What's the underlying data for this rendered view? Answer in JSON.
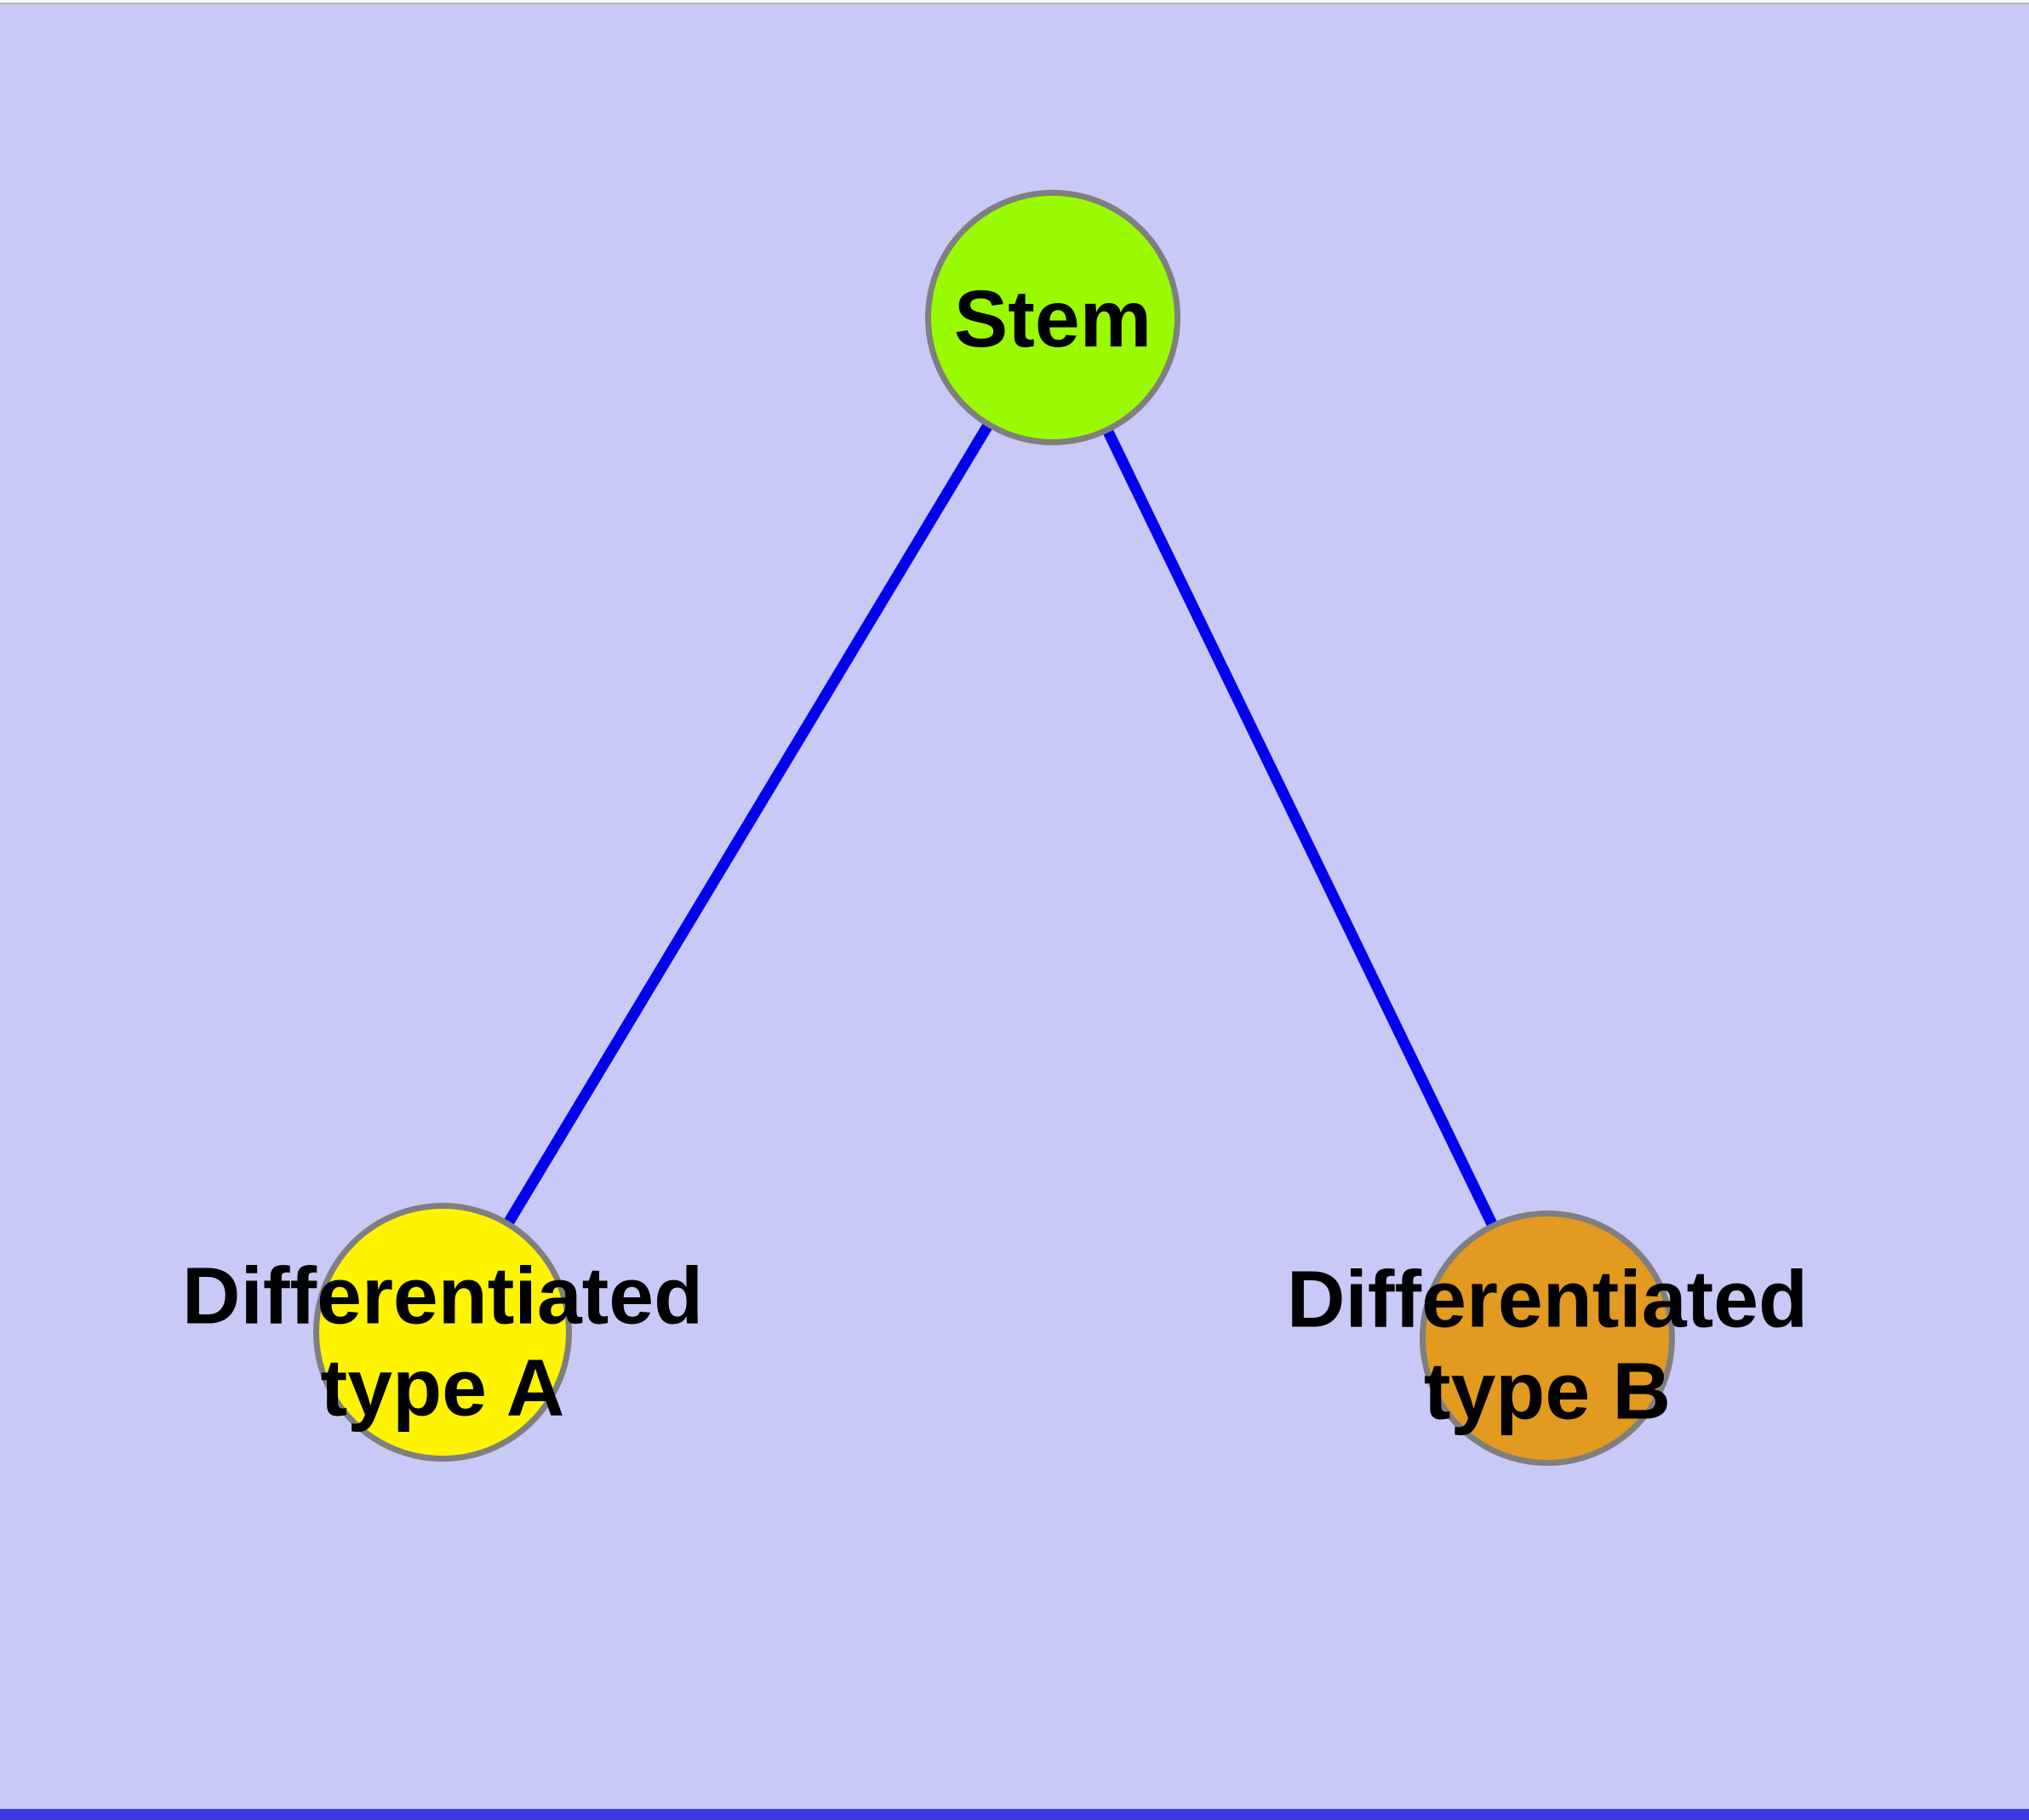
{
  "diagram": {
    "type": "node-link-graph",
    "background_color": "#C9C9F7",
    "edge_color": "#0000EE",
    "node_border_color": "#7F7F7F",
    "text_color": "#000000",
    "nodes": [
      {
        "id": "stem",
        "label": "Stem",
        "fill": "#9AFB00"
      },
      {
        "id": "differentiated-type-a",
        "label": "Differentiated type A",
        "line1": "Differentiated",
        "line2": "type A",
        "fill": "#FEF400"
      },
      {
        "id": "differentiated-type-b",
        "label": "Differentiated type B",
        "line1": "Differentiated",
        "line2": "type B",
        "fill": "#E29A20"
      }
    ],
    "edges": [
      {
        "from": "Stem",
        "to": "Differentiated type A"
      },
      {
        "from": "Stem",
        "to": "Differentiated type B"
      }
    ]
  },
  "page_edges": {
    "top_strip_color": "#FDFDFE",
    "top_strip_line_color": "#B6B6C0",
    "bottom_strip_color": "#3A3AE9"
  }
}
